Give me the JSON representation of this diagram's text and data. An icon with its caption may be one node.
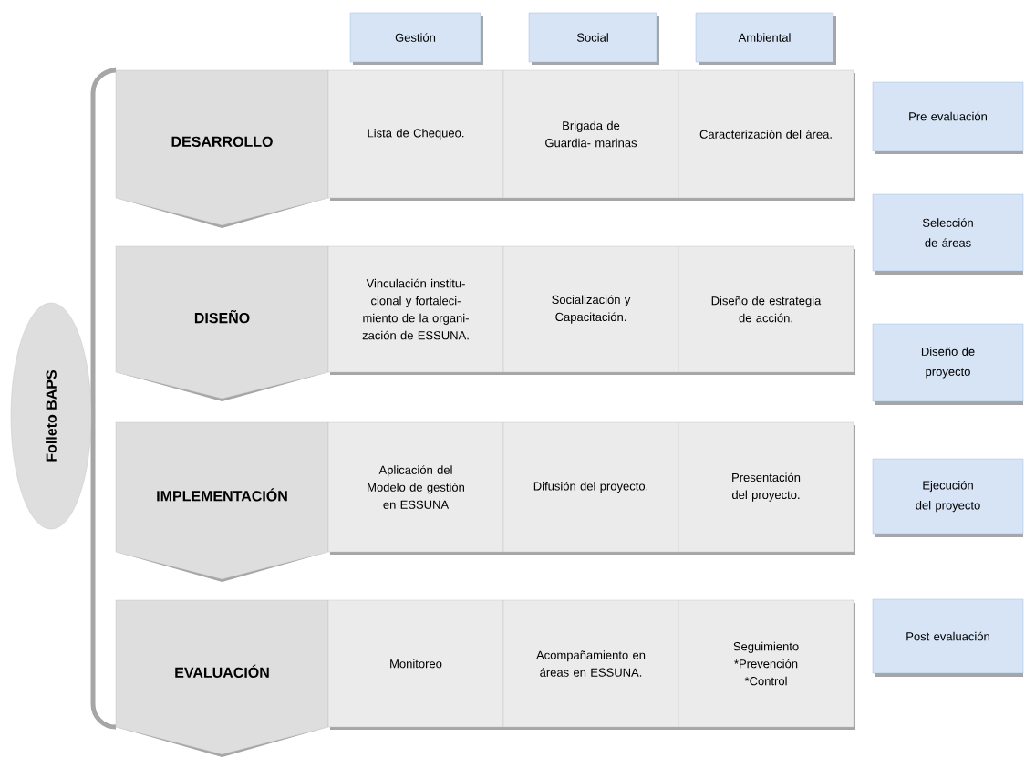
{
  "diagram": {
    "nodes": [
      {
        "text": [
          "Gestión"
        ]
      },
      {
        "text": [
          "Social"
        ]
      },
      {
        "text": [
          "Ambiental"
        ]
      },
      {
        "text": [
          "DESARROLLO"
        ]
      },
      {
        "text": [
          "Lista de Chequeo."
        ]
      },
      {
        "text": [
          "Brigada de Guardia- marinas"
        ]
      },
      {
        "text": [
          "Caracterización del área."
        ]
      },
      {
        "text": [
          "Pre evaluación"
        ]
      },
      {
        "text": [
          "Selección de áreas"
        ]
      },
      {
        "text": [
          "DISEÑO"
        ]
      },
      {
        "text": [
          "Vinculación institu- cional y fortaleci- miento de la organi- zación de ESSUNA."
        ]
      },
      {
        "text": [
          "Socialización y Capacitación."
        ]
      },
      {
        "text": [
          "Diseño de estrategia de acción."
        ]
      },
      {
        "text": [
          "Diseño de proyecto"
        ]
      },
      {
        "text": [
          "Folleto BAPS"
        ]
      },
      {
        "text": [
          "IMPLEMENTACIÓN"
        ]
      },
      {
        "text": [
          "Aplicación del Modelo de gestión en ESSUNA"
        ]
      },
      {
        "text": [
          "Difusión del proyecto."
        ]
      },
      {
        "text": [
          "Presentación del proyecto."
        ]
      },
      {
        "text": [
          "Ejecución del proyecto"
        ]
      },
      {
        "text": [
          "EVALUACIÓN"
        ]
      },
      {
        "text": [
          "Monitoreo"
        ]
      },
      {
        "text": [
          "Acompañamiento en áreas en ESSUNA."
        ]
      },
      {
        "text": [
          "Seguimiento *Prevención *Control"
        ]
      },
      {
        "text": [
          "Post evaluación"
        ]
      }
    ]
  }
}
